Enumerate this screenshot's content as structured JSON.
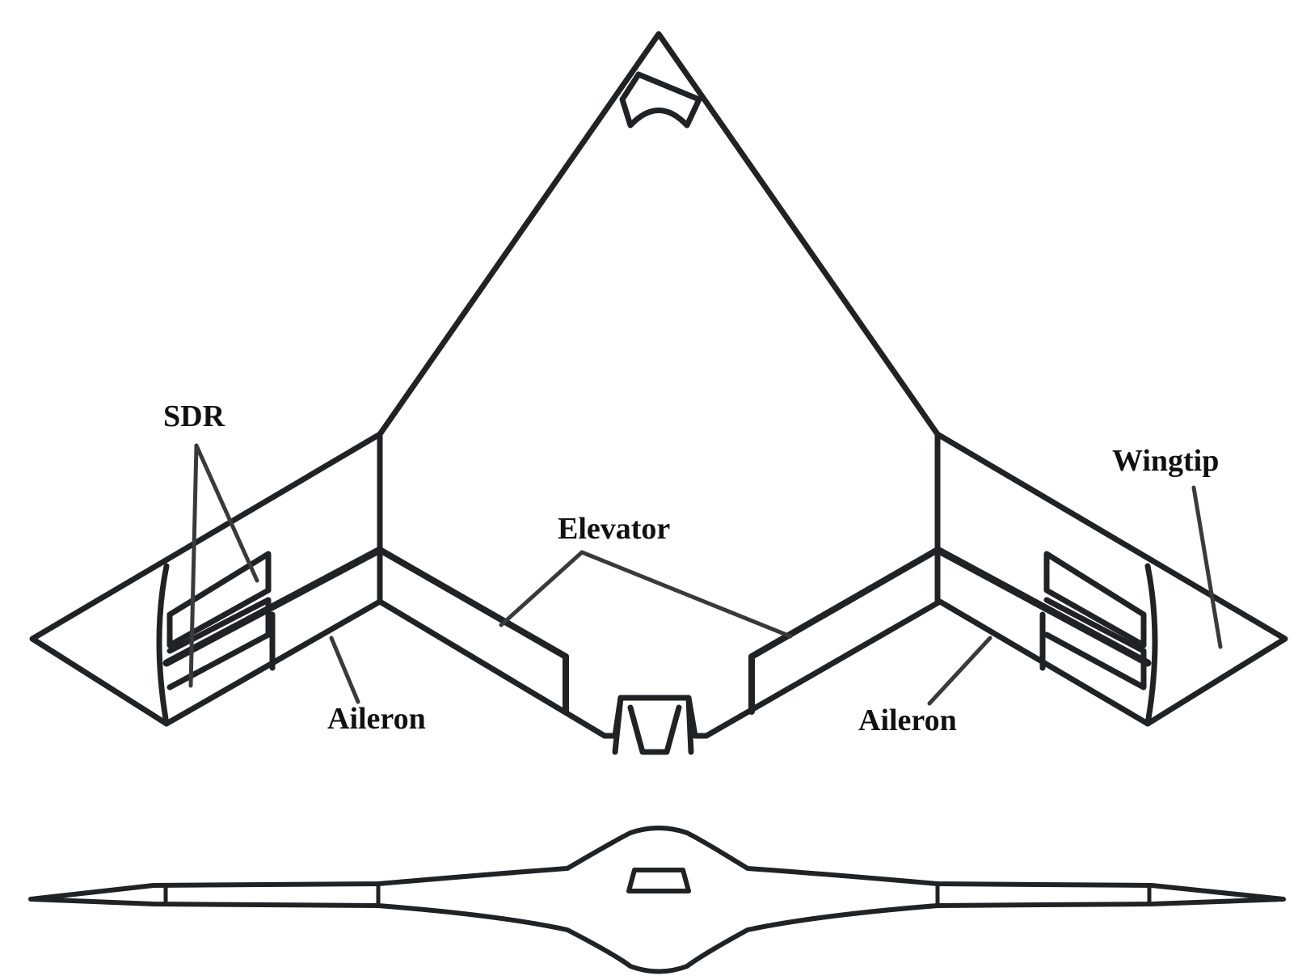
{
  "labels": {
    "sdr": "SDR",
    "wingtip": "Wingtip",
    "elevator": "Elevator",
    "aileron_left": "Aileron",
    "aileron_right": "Aileron"
  },
  "colors": {
    "outline": "#1f2326",
    "leader": "#3a3a3a",
    "background": "#ffffff"
  }
}
